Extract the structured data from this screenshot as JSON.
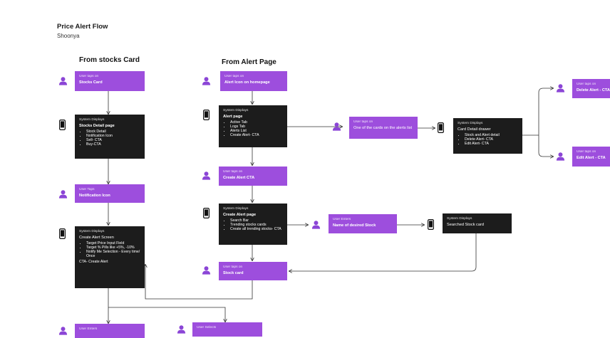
{
  "header": {
    "title": "Price Alert Flow",
    "subtitle": "Shoonya"
  },
  "columns": {
    "left": "From stocks Card",
    "middle": "From Alert Page"
  },
  "nodes": {
    "n1": {
      "small": "User taps on",
      "title": "Stocks Card"
    },
    "n2": {
      "small": "System Displays",
      "title": "Stocks Detail page",
      "bullets": [
        "Stock Detail",
        "Notification Icon",
        "Sell- CTA",
        "Buy-CTA"
      ]
    },
    "n3": {
      "small": "User Taps",
      "title": "Notification Icon"
    },
    "n4": {
      "small": "System Displays",
      "title": "Create Alert Screen",
      "bullets": [
        "Target Price Input Field",
        "Target % Pills like +5%, -10%",
        "Notify Me Selection - Every time/ Once"
      ],
      "footer": "CTA- Create Alert"
    },
    "n5": {
      "small": "User Enters",
      "title": ""
    },
    "n6": {
      "small": "User Selects",
      "title": ""
    },
    "m1": {
      "small": "User taps on",
      "title": "Alert Icon on homepage"
    },
    "m2": {
      "small": "System Displays",
      "title": "Alert page",
      "bullets": [
        "Active Tab",
        "Logs Tab",
        "Alerts List",
        "Create Alert- CTA"
      ]
    },
    "m3": {
      "small": "User taps on",
      "title": "Create Alert CTA"
    },
    "m4": {
      "small": "System Displays",
      "title": "Create Alert page",
      "bullets": [
        "Search Bar",
        "Trending stocks cards",
        "Create all trending stocks- CTA"
      ]
    },
    "m5": {
      "small": "User taps on",
      "title": "Stock card"
    },
    "r1": {
      "small": "User taps on",
      "title": "One of the cards on the alerts list"
    },
    "r2": {
      "small": "System Displays",
      "title": "Card Detail drawer",
      "bullets": [
        "Stock and Alert detail",
        "Delete Alert- CTA",
        "Edit Alert- CTA"
      ]
    },
    "r3": {
      "small": "User taps on",
      "title": "Delete Alert - CTA"
    },
    "r4": {
      "small": "User taps on",
      "title": "Edit Alert - CTA"
    },
    "s1": {
      "small": "User Enters",
      "title": "Name of desired Stock"
    },
    "s2": {
      "small": "System Displays",
      "title": "Searched Stock card"
    }
  },
  "colors": {
    "user_box": "#9d4edd",
    "system_box": "#1c1c1c",
    "icon": "#8b45d6",
    "line": "#333333"
  }
}
